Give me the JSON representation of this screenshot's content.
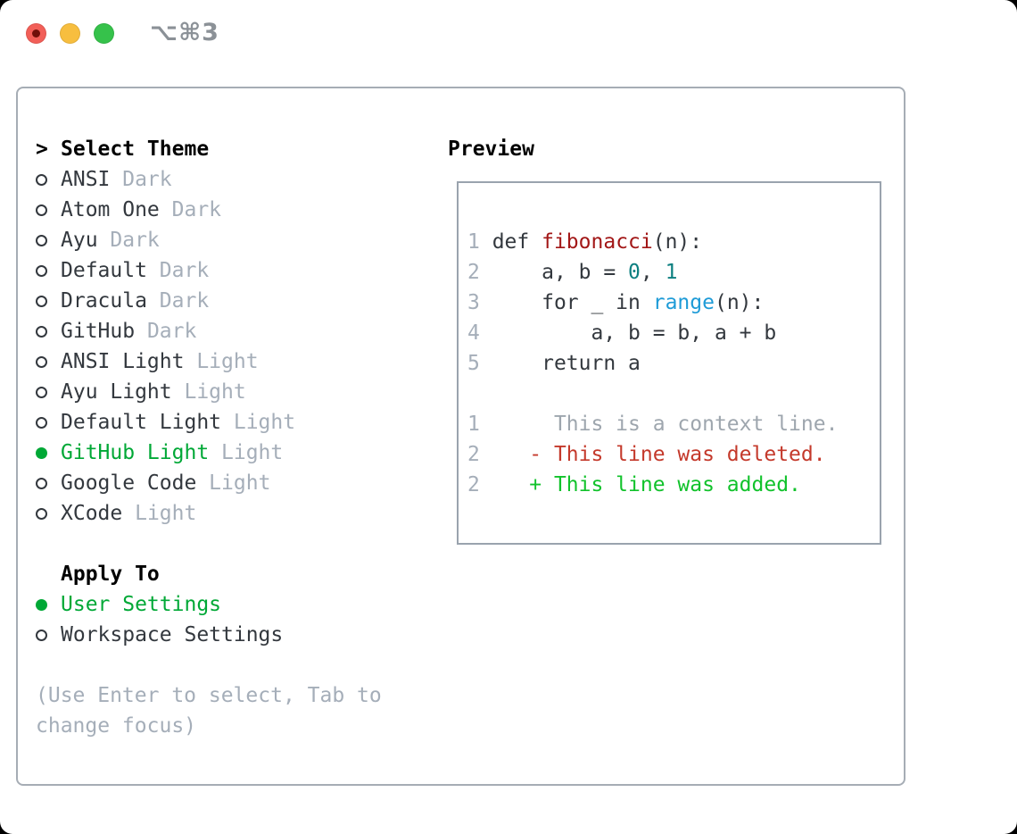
{
  "titlebar": {
    "shortcut": "⌥⌘3"
  },
  "selector": {
    "prompt": ">",
    "title": "Select Theme",
    "themes": [
      {
        "name": "ANSI",
        "tag": "Dark",
        "selected": false
      },
      {
        "name": "Atom One",
        "tag": "Dark",
        "selected": false
      },
      {
        "name": "Ayu",
        "tag": "Dark",
        "selected": false
      },
      {
        "name": "Default",
        "tag": "Dark",
        "selected": false
      },
      {
        "name": "Dracula",
        "tag": "Dark",
        "selected": false
      },
      {
        "name": "GitHub",
        "tag": "Dark",
        "selected": false
      },
      {
        "name": "ANSI Light",
        "tag": "Light",
        "selected": false
      },
      {
        "name": "Ayu Light",
        "tag": "Light",
        "selected": false
      },
      {
        "name": "Default Light",
        "tag": "Light",
        "selected": false
      },
      {
        "name": "GitHub Light",
        "tag": "Light",
        "selected": true
      },
      {
        "name": "Google Code",
        "tag": "Light",
        "selected": false
      },
      {
        "name": "XCode",
        "tag": "Light",
        "selected": false
      }
    ],
    "apply_to": {
      "title": "Apply To",
      "options": [
        {
          "name": "User Settings",
          "selected": true
        },
        {
          "name": "Workspace Settings",
          "selected": false
        }
      ]
    },
    "hint_line1": "(Use Enter to select, Tab to",
    "hint_line2": "change focus)"
  },
  "preview": {
    "title": "Preview",
    "lines": [
      {
        "num": "1",
        "segments": [
          [
            "plain",
            " def "
          ],
          [
            "func",
            "fibonacci"
          ],
          [
            "plain",
            "(n):"
          ]
        ]
      },
      {
        "num": "2",
        "segments": [
          [
            "plain",
            "     a, b = "
          ],
          [
            "number",
            "0"
          ],
          [
            "plain",
            ", "
          ],
          [
            "number",
            "1"
          ]
        ]
      },
      {
        "num": "3",
        "segments": [
          [
            "plain",
            "     for _ in "
          ],
          [
            "builtin",
            "range"
          ],
          [
            "plain",
            "(n):"
          ]
        ]
      },
      {
        "num": "4",
        "segments": [
          [
            "plain",
            "         a, b = b, a + b"
          ]
        ]
      },
      {
        "num": "5",
        "segments": [
          [
            "plain",
            "     return a"
          ]
        ]
      },
      {
        "blank": true
      },
      {
        "num": "1",
        "segments": [
          [
            "ctx",
            "      This is a context line."
          ]
        ]
      },
      {
        "num": "2",
        "segments": [
          [
            "del",
            "    - This line was deleted."
          ]
        ]
      },
      {
        "num": "2",
        "segments": [
          [
            "add",
            "    + This line was added."
          ]
        ]
      }
    ]
  },
  "colors": {
    "accent-green": "#00A836",
    "added": "#11C22B",
    "deleted": "#C4392B",
    "func-red": "#A21717",
    "num-teal": "#0C7F80",
    "builtin-blue": "#1E9BD7",
    "text-dark": "#33383E",
    "muted": "#A5AEB9",
    "muted-dark": "#8B9197",
    "ctx-gray": "#9EA6AE",
    "border": "#A6ADB5",
    "border-preview": "#9AA3AE",
    "tl-red": "#F25F58",
    "tl-red-dot": "#70100A",
    "tl-yellow": "#F7BE3F",
    "tl-green": "#36C24B"
  }
}
